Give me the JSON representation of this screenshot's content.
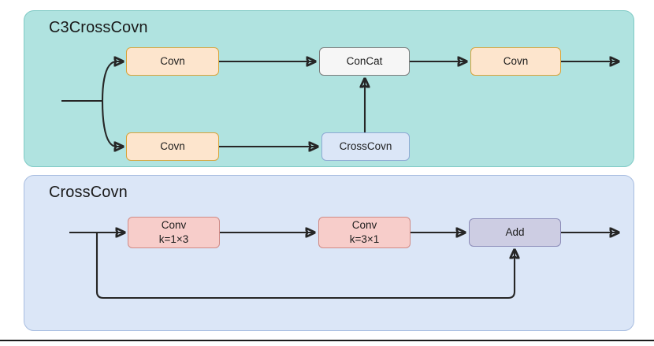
{
  "figure": {
    "type": "diagram",
    "description": "Two-part neural network block diagram: C3CrossCovn module and its CrossCovn sub-module",
    "background_color": "#ffffff"
  },
  "panels": [
    {
      "id": "c3crosscovn",
      "title": "C3CrossCovn",
      "fill_color": "#b0e3e0",
      "border_color": "#7fcac5",
      "nodes": [
        {
          "id": "covn-top",
          "label": "Covn",
          "sublabel": "",
          "fill": "#fde5cd",
          "border": "#d9a43a"
        },
        {
          "id": "covn-bottom",
          "label": "Covn",
          "sublabel": "",
          "fill": "#fde5cd",
          "border": "#d9a43a"
        },
        {
          "id": "concat",
          "label": "ConCat",
          "sublabel": "",
          "fill": "#f6f6f6",
          "border": "#7c7c7c"
        },
        {
          "id": "covn-out",
          "label": "Covn",
          "sublabel": "",
          "fill": "#fde5cd",
          "border": "#d9a43a"
        },
        {
          "id": "crosscovn",
          "label": "CrossCovn",
          "sublabel": "",
          "fill": "#dbe6f7",
          "border": "#8ea9d4"
        }
      ],
      "edges": [
        {
          "from": "input",
          "to": "covn-top",
          "style": "split-curve-up"
        },
        {
          "from": "input",
          "to": "covn-bottom",
          "style": "split-curve-down"
        },
        {
          "from": "covn-top",
          "to": "concat",
          "style": "straight"
        },
        {
          "from": "covn-bottom",
          "to": "crosscovn",
          "style": "straight"
        },
        {
          "from": "crosscovn",
          "to": "concat",
          "style": "vertical-up"
        },
        {
          "from": "concat",
          "to": "covn-out",
          "style": "straight"
        },
        {
          "from": "covn-out",
          "to": "output",
          "style": "straight"
        }
      ]
    },
    {
      "id": "crosscovn",
      "title": "CrossCovn",
      "fill_color": "#dbe6f7",
      "border_color": "#a8bde0",
      "nodes": [
        {
          "id": "conv-1x3",
          "label": "Conv",
          "sublabel": "k=1×3",
          "fill": "#f7cdca",
          "border": "#d08b86"
        },
        {
          "id": "conv-3x1",
          "label": "Conv",
          "sublabel": "k=3×1",
          "fill": "#f7cdca",
          "border": "#d08b86"
        },
        {
          "id": "add",
          "label": "Add",
          "sublabel": "",
          "fill": "#cdcde3",
          "border": "#8b8bb8"
        }
      ],
      "edges": [
        {
          "from": "input",
          "to": "conv-1x3",
          "style": "straight"
        },
        {
          "from": "conv-1x3",
          "to": "conv-3x1",
          "style": "straight"
        },
        {
          "from": "conv-3x1",
          "to": "add",
          "style": "straight"
        },
        {
          "from": "input",
          "to": "add",
          "style": "skip-connection"
        },
        {
          "from": "add",
          "to": "output",
          "style": "straight"
        }
      ]
    }
  ],
  "colors": {
    "wire": "#262626",
    "rule": "#1b1b1b",
    "teal_panel": "#b0e3e0",
    "blue_panel": "#dbe6f7",
    "orange_node": "#fde5cd",
    "pink_node": "#f7cdca",
    "purple_node": "#cdcde3",
    "gray_node": "#f6f6f6"
  }
}
